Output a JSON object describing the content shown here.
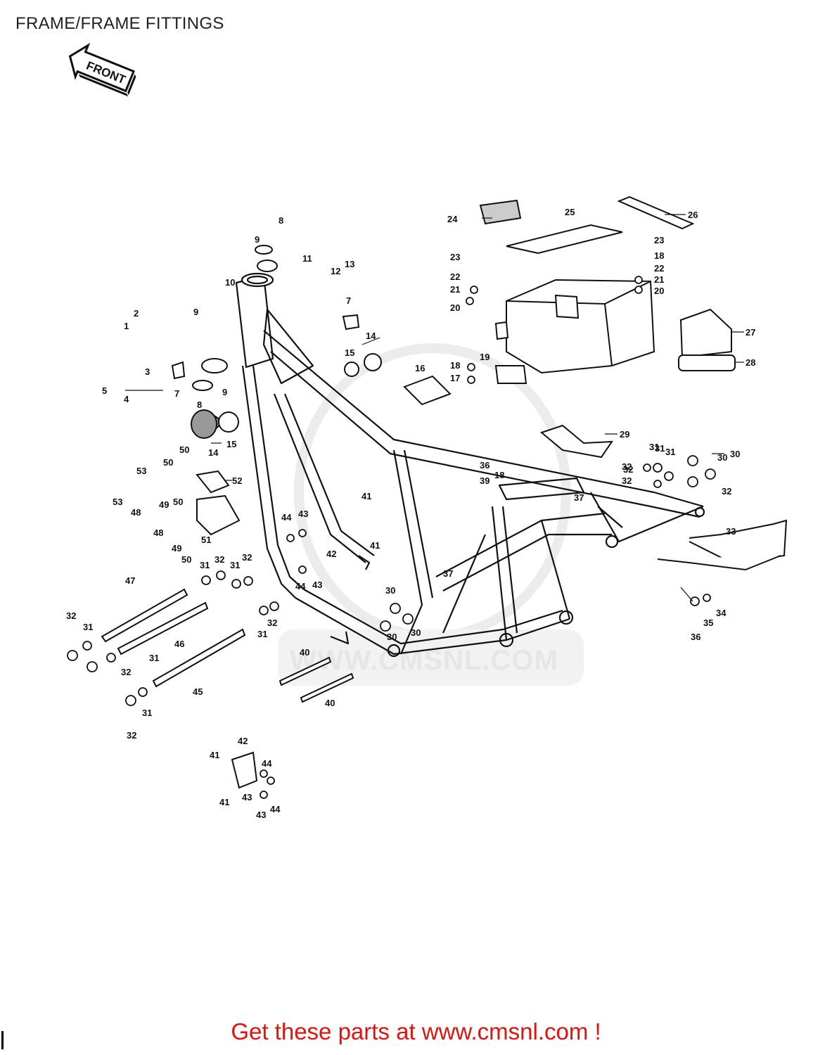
{
  "page": {
    "title": "FRAME/FRAME FITTINGS",
    "front_label": "FRONT",
    "watermark": "WWW.CMSNL.COM",
    "footer_cta": "Get these parts at www.cmsnl.com !"
  },
  "colors": {
    "background": "#ffffff",
    "line": "#111111",
    "watermark": "#e6e6e6",
    "cta": "#e0140d"
  },
  "callouts": [
    "1",
    "2",
    "3",
    "4",
    "5",
    "7",
    "9",
    "8",
    "9",
    "10",
    "11",
    "12",
    "13",
    "7",
    "14",
    "15",
    "15",
    "14",
    "8",
    "9",
    "16",
    "17",
    "18",
    "19",
    "20",
    "21",
    "22",
    "23",
    "24",
    "25",
    "26",
    "23",
    "18",
    "22",
    "21",
    "20",
    "27",
    "28",
    "29",
    "30",
    "30",
    "31",
    "31",
    "32",
    "32",
    "32",
    "36",
    "39",
    "18",
    "37",
    "50",
    "50",
    "52",
    "53",
    "53",
    "48",
    "49",
    "50",
    "51",
    "48",
    "49",
    "50",
    "44",
    "43",
    "42",
    "44",
    "43",
    "41",
    "41",
    "31",
    "32",
    "31",
    "32",
    "30",
    "37",
    "30",
    "30",
    "47",
    "46",
    "45",
    "32",
    "31",
    "31",
    "32",
    "32",
    "31",
    "32",
    "31",
    "40",
    "40",
    "33",
    "34",
    "35",
    "36",
    "31",
    "32",
    "42",
    "41",
    "44",
    "43",
    "43",
    "44",
    "41"
  ]
}
